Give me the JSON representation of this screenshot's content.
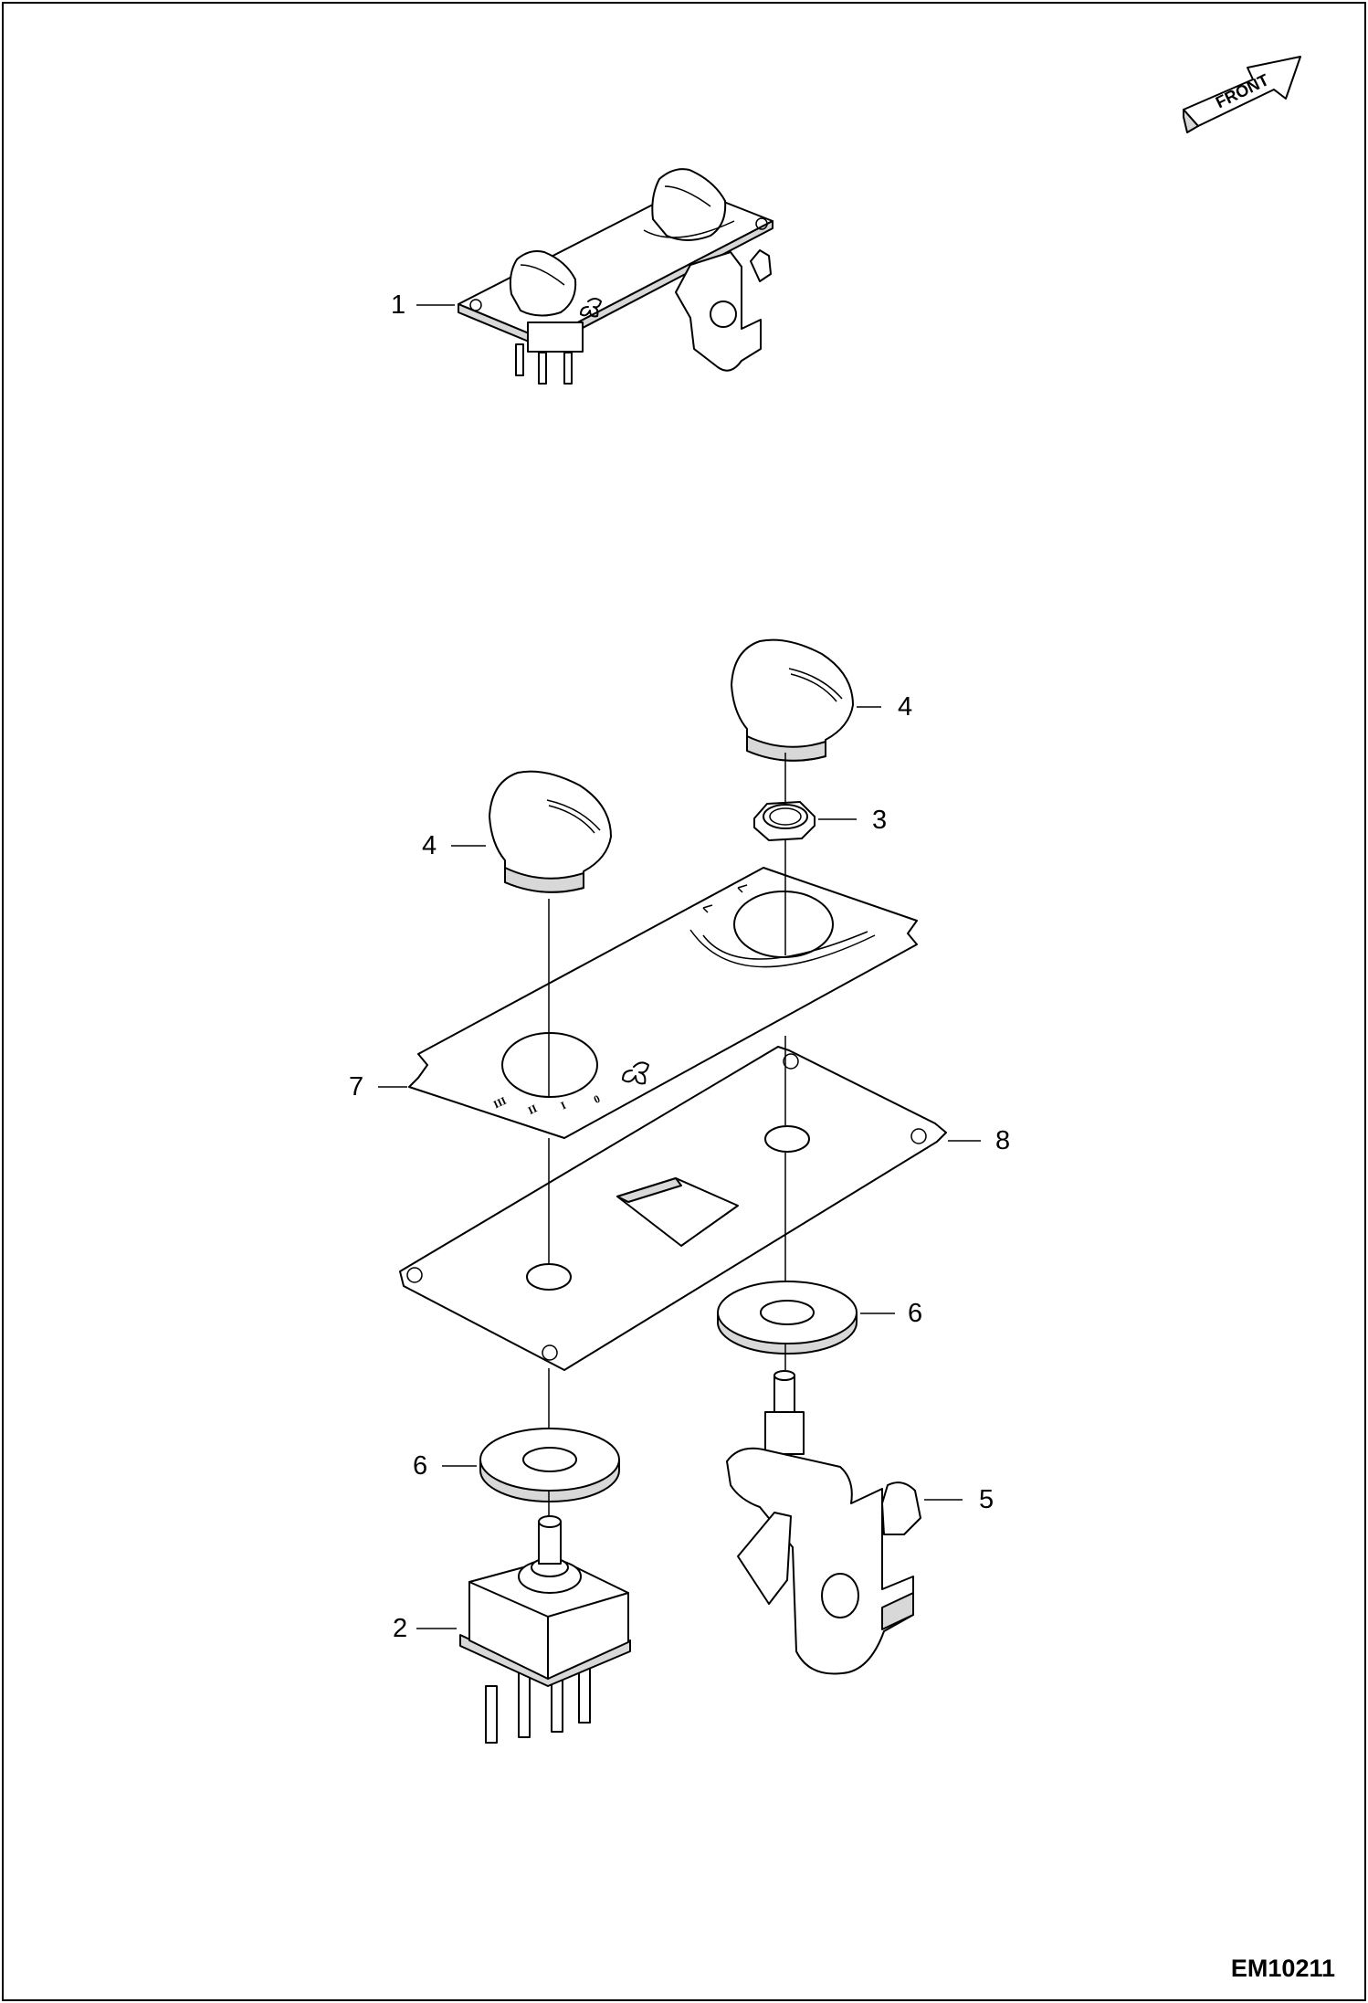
{
  "front_arrow": {
    "label": "FRONT"
  },
  "callouts": [
    {
      "name": "callout-1-assembly",
      "text": "1"
    },
    {
      "name": "callout-4-knob-right",
      "text": "4"
    },
    {
      "name": "callout-3-nut",
      "text": "3"
    },
    {
      "name": "callout-4-knob-left",
      "text": "4"
    },
    {
      "name": "callout-7-decal",
      "text": "7"
    },
    {
      "name": "callout-8-plate",
      "text": "8"
    },
    {
      "name": "callout-6-washer-right",
      "text": "6"
    },
    {
      "name": "callout-6-washer-left",
      "text": "6"
    },
    {
      "name": "callout-5-valve",
      "text": "5"
    },
    {
      "name": "callout-2-switch",
      "text": "2"
    }
  ],
  "fan_speed_marks": [
    "III",
    "II",
    "I",
    "0"
  ],
  "figure_id": "EM10211"
}
